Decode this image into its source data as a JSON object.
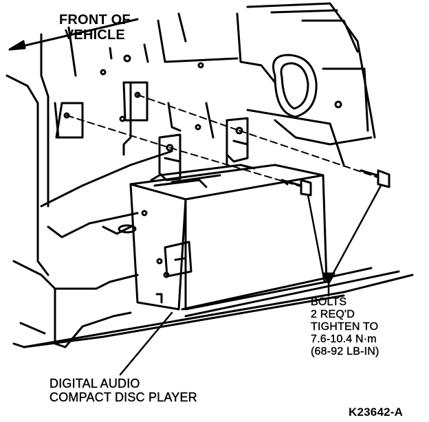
{
  "labels": {
    "front_line1": "FRONT OF",
    "front_line2": "VEHICLE",
    "bolts_line1": "BOLTS",
    "bolts_line2": "2 REQ'D",
    "bolts_line3": "TIGHTEN TO",
    "bolts_line4": "7.6-10.4 N·m",
    "bolts_line5": "(68-92 LB-IN)",
    "player_line1": "DIGITAL AUDIO",
    "player_line2": "COMPACT DISC PLAYER",
    "figure_id": "K23642-A"
  },
  "colors": {
    "ink": "#000000",
    "paper": "#ffffff"
  }
}
